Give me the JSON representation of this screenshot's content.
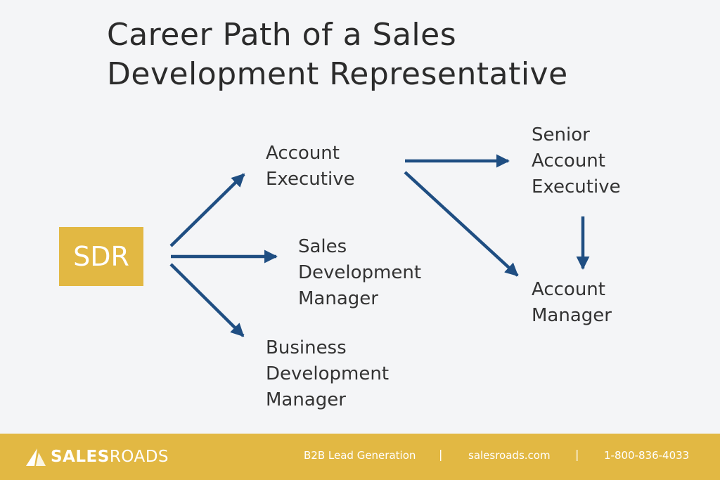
{
  "title": {
    "line1": "Career Path of a Sales",
    "line2": "Development Representative"
  },
  "nodes": {
    "sdr": "SDR",
    "account_executive": [
      "Account",
      "Executive"
    ],
    "sales_development_manager": [
      "Sales",
      "Development",
      "Manager"
    ],
    "business_development_manager": [
      "Business",
      "Development",
      "Manager"
    ],
    "senior_account_executive": [
      "Senior",
      "Account",
      "Executive"
    ],
    "account_manager": [
      "Account",
      "Manager"
    ]
  },
  "edges": [
    {
      "from": "SDR",
      "to": "Account Executive"
    },
    {
      "from": "SDR",
      "to": "Sales Development Manager"
    },
    {
      "from": "SDR",
      "to": "Business Development Manager"
    },
    {
      "from": "Account Executive",
      "to": "Senior Account Executive"
    },
    {
      "from": "Account Executive",
      "to": "Account Manager"
    },
    {
      "from": "Senior Account Executive",
      "to": "Account Manager"
    }
  ],
  "colors": {
    "arrow": "#1f4e82",
    "accent": "#e2b843",
    "background": "#f4f5f7"
  },
  "footer": {
    "logo_bold": "SALES",
    "logo_light": "ROADS",
    "tagline": "B2B Lead Generation",
    "website": "salesroads.com",
    "phone": "1-800-836-4033",
    "separator": "|"
  }
}
